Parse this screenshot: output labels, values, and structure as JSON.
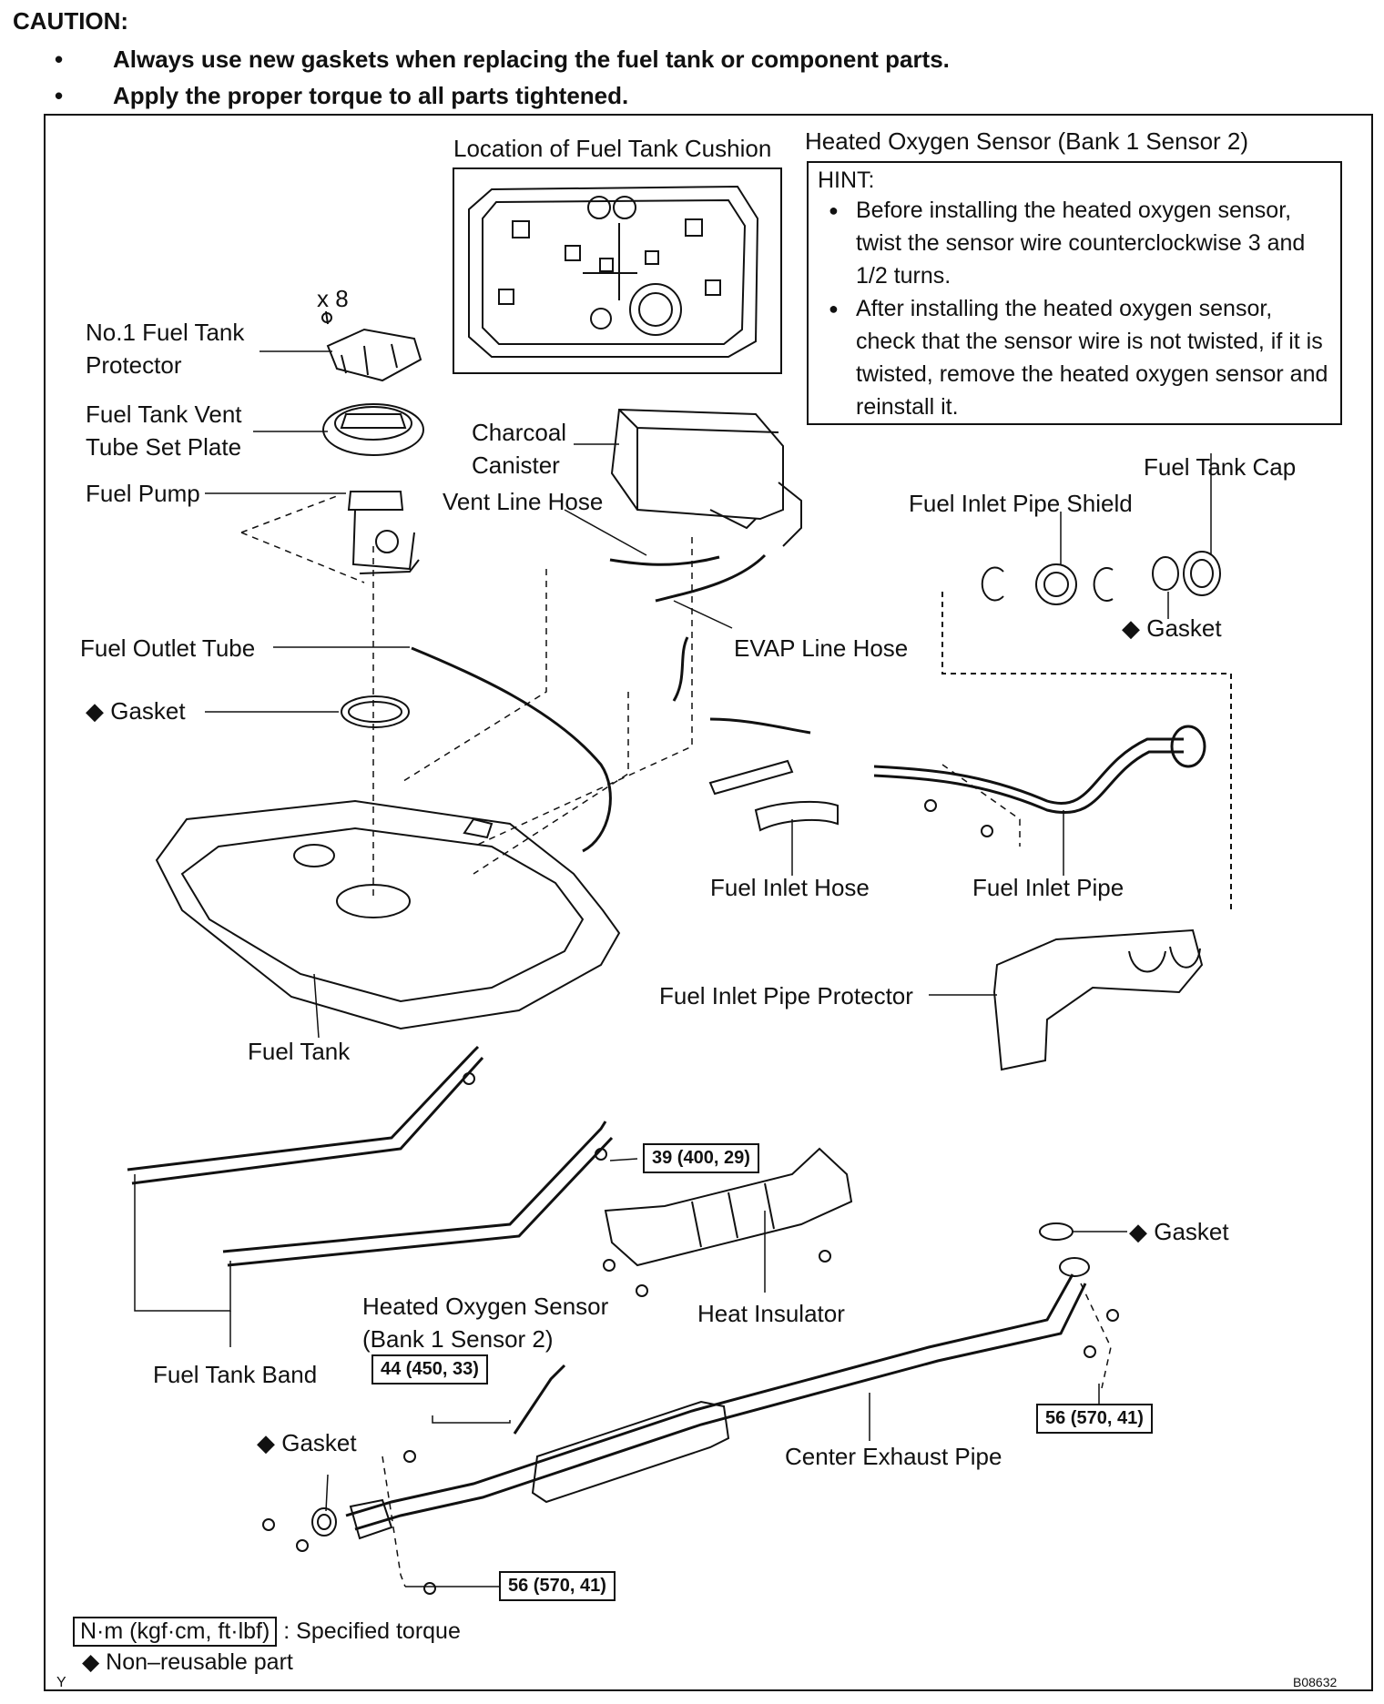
{
  "caution": {
    "title": "CAUTION:",
    "items": [
      "Always use new gaskets when replacing the fuel tank or component parts.",
      "Apply the proper torque to all parts tightened."
    ]
  },
  "inset": {
    "title": "Location of Fuel Tank Cushion"
  },
  "hint": {
    "header": "Heated Oxygen Sensor (Bank 1 Sensor 2)",
    "title": "HINT:",
    "items": [
      "Before installing the heated oxygen sensor, twist the sensor wire counterclockwise 3 and 1/2 turns.",
      "After installing the heated oxygen sensor, check that the sensor wire is not twisted, if it is twisted, remove the heated oxygen sensor and reinstall it."
    ]
  },
  "labels": {
    "x8": "x 8",
    "no1_protector_1": "No.1 Fuel Tank",
    "no1_protector_2": "Protector",
    "vent_plate_1": "Fuel Tank Vent",
    "vent_plate_2": "Tube Set Plate",
    "fuel_pump": "Fuel Pump",
    "charcoal_1": "Charcoal",
    "charcoal_2": "Canister",
    "vent_line_hose": "Vent Line Hose",
    "fuel_tank_cap": "Fuel Tank Cap",
    "fuel_inlet_pipe_shield": "Fuel Inlet Pipe Shield",
    "gasket_cap": "◆ Gasket",
    "fuel_outlet_tube": "Fuel Outlet Tube",
    "evap_line_hose": "EVAP Line Hose",
    "gasket_tank": "◆ Gasket",
    "fuel_inlet_hose": "Fuel Inlet Hose",
    "fuel_inlet_pipe": "Fuel Inlet Pipe",
    "fuel_inlet_pipe_protector": "Fuel Inlet Pipe Protector",
    "fuel_tank": "Fuel Tank",
    "gasket_exhaust_right": "◆ Gasket",
    "heat_insulator": "Heat Insulator",
    "ho2s_1": "Heated Oxygen Sensor",
    "ho2s_2": "(Bank 1 Sensor 2)",
    "fuel_tank_band": "Fuel Tank Band",
    "gasket_exhaust_left": "◆ Gasket",
    "center_exhaust_pipe": "Center Exhaust Pipe"
  },
  "torques": {
    "t1": "39 (400, 29)",
    "t2": "44 (450, 33)",
    "t3": "56 (570, 41)",
    "t4": "56 (570, 41)"
  },
  "legend": {
    "unit": "N·m (kgf·cm, ft·lbf)",
    "unit_desc": ": Specified torque",
    "nonreusable": "◆ Non–reusable part",
    "corner_mark": "Y"
  },
  "figure_code": "B08632"
}
